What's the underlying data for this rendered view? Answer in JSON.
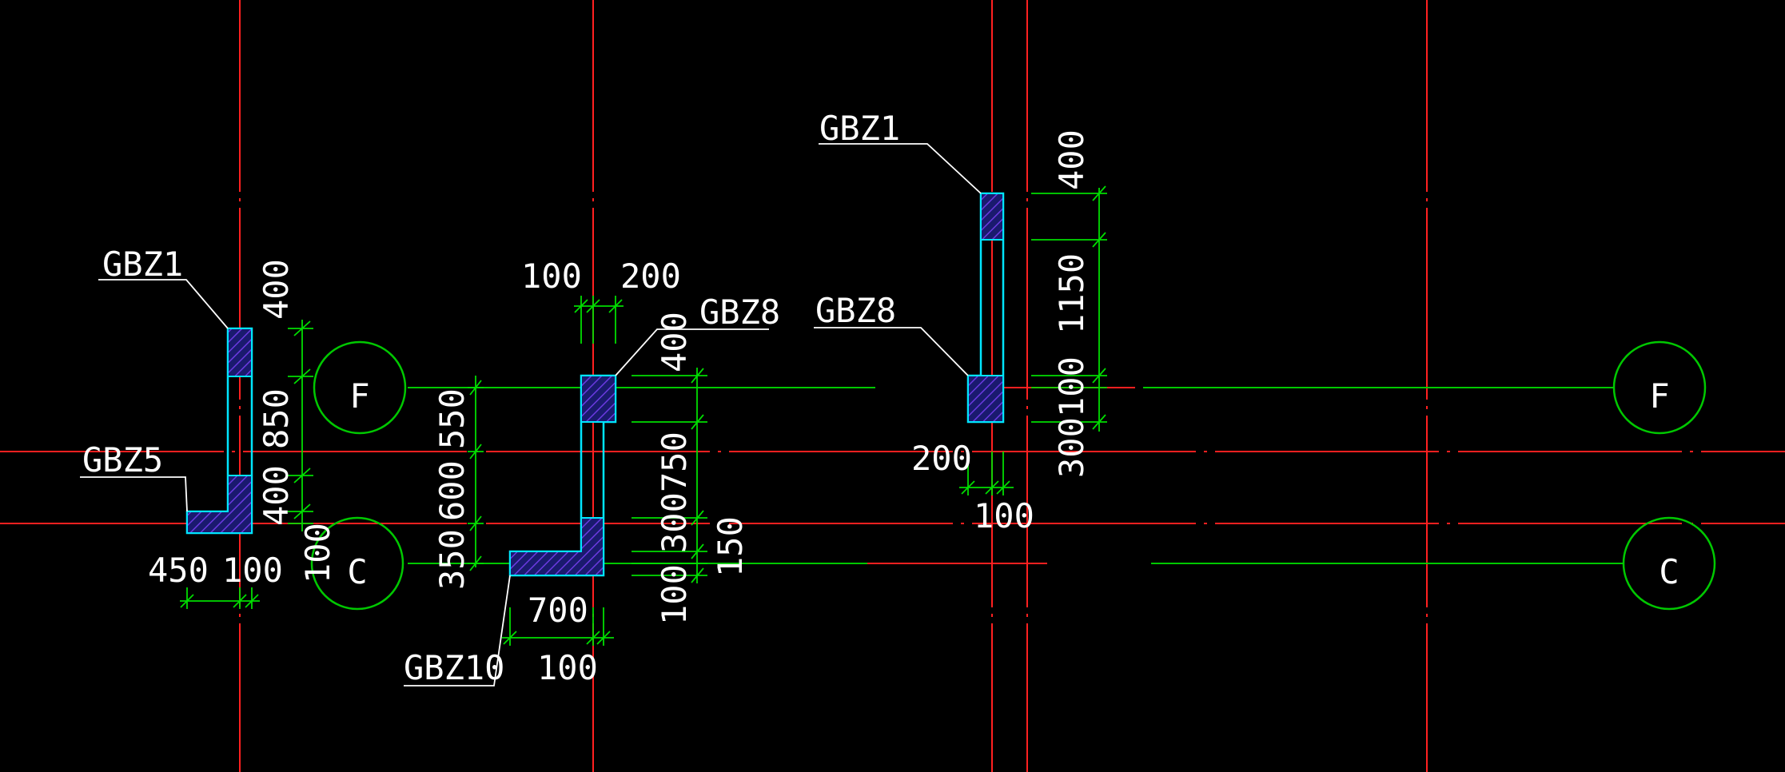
{
  "colors": {
    "background": "#000000",
    "grid_line": "#ff2020",
    "axis_line": "#00c800",
    "wall_outline": "#00e5ff",
    "hatch": "#5a2bd6",
    "dimension": "#00dd00",
    "text": "#ffffff",
    "leader": "#ffffff"
  },
  "axis_bubbles": {
    "f_left": "F",
    "c_left": "C",
    "f_right": "F",
    "c_right": "C"
  },
  "labels": {
    "gbz1_a": "GBZ1",
    "gbz5": "GBZ5",
    "gbz8_a": "GBZ8",
    "gbz10": "GBZ10",
    "gbz1_b": "GBZ1",
    "gbz8_b": "GBZ8"
  },
  "dims": {
    "d1_400a": "400",
    "d1_850": "850",
    "d1_400b": "400",
    "d1_100": "100",
    "d1_450": "450",
    "d1_100b": "100",
    "d2_100top": "100",
    "d2_200top": "200",
    "d2_550": "550",
    "d2_600": "600",
    "d2_350": "350",
    "d2_400": "400",
    "d2_750": "750",
    "d2_300": "300",
    "d2_100v": "100",
    "d2_150": "150",
    "d2_700": "700",
    "d2_100b": "100",
    "d3_400": "400",
    "d3_1150": "1150",
    "d3_100": "100",
    "d3_300": "300",
    "d3_200": "200",
    "d3_100b": "100"
  }
}
